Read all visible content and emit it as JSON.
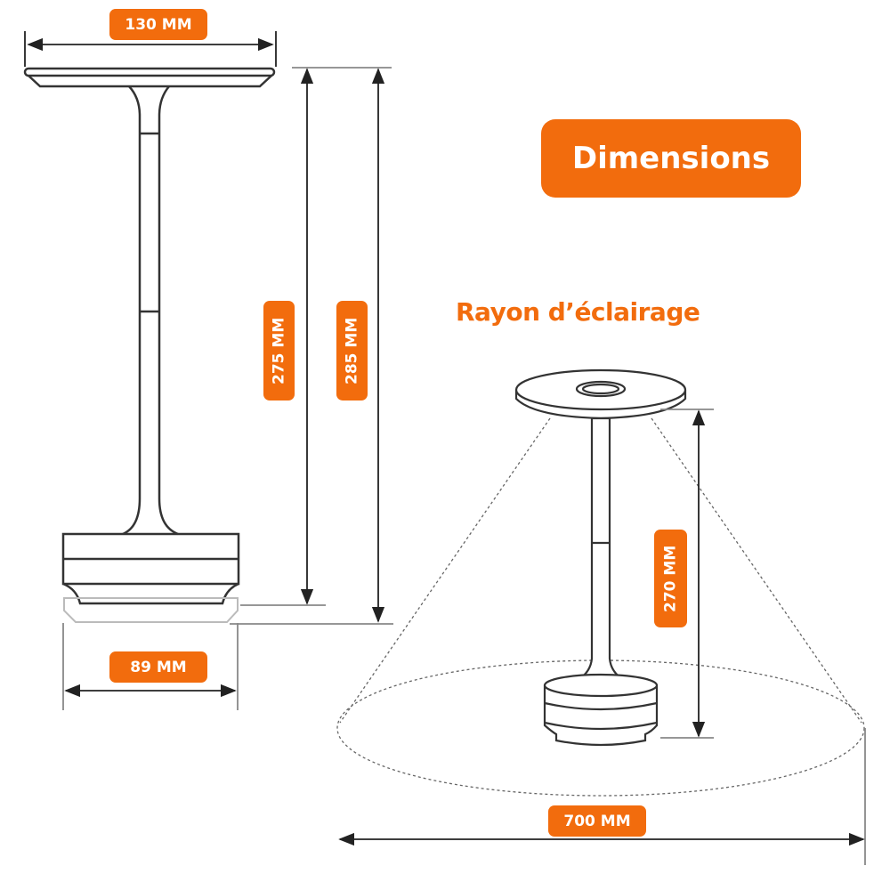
{
  "title": "Dimensions",
  "subtitle": "Rayon d’éclairage",
  "labels": {
    "top_width": "130 MM",
    "height_inner": "275 MM",
    "height_total": "285 MM",
    "base_width": "89 MM",
    "lit_height": "270 MM",
    "light_diameter": "700 MM"
  },
  "colors": {
    "accent": "#f26c0d",
    "line": "#333333"
  }
}
